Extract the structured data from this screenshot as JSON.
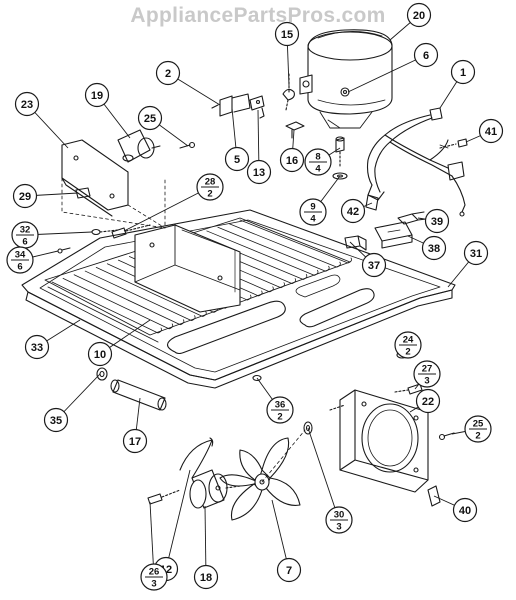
{
  "watermark": "AppliancePartsPros.com",
  "colors": {
    "line": "#1a1a1a",
    "background": "#ffffff",
    "watermark": "#c9c9c9"
  },
  "callouts": [
    {
      "id": "c1",
      "label": "1"
    },
    {
      "id": "c2",
      "label": "2"
    },
    {
      "id": "c5",
      "label": "5"
    },
    {
      "id": "c6",
      "label": "6"
    },
    {
      "id": "c7",
      "label": "7"
    },
    {
      "id": "c8",
      "label": "8",
      "qty": "4"
    },
    {
      "id": "c9",
      "label": "9",
      "qty": "4"
    },
    {
      "id": "c10",
      "label": "10"
    },
    {
      "id": "c12",
      "label": "12"
    },
    {
      "id": "c13",
      "label": "13"
    },
    {
      "id": "c15",
      "label": "15"
    },
    {
      "id": "c16",
      "label": "16"
    },
    {
      "id": "c17",
      "label": "17"
    },
    {
      "id": "c18",
      "label": "18"
    },
    {
      "id": "c19",
      "label": "19"
    },
    {
      "id": "c20",
      "label": "20"
    },
    {
      "id": "c22",
      "label": "22"
    },
    {
      "id": "c23",
      "label": "23"
    },
    {
      "id": "c24",
      "label": "24",
      "qty": "2"
    },
    {
      "id": "c25a",
      "label": "25"
    },
    {
      "id": "c25b",
      "label": "25",
      "qty": "2"
    },
    {
      "id": "c26",
      "label": "26",
      "qty": "3"
    },
    {
      "id": "c27",
      "label": "27",
      "qty": "3"
    },
    {
      "id": "c28",
      "label": "28",
      "qty": "2"
    },
    {
      "id": "c29",
      "label": "29"
    },
    {
      "id": "c30",
      "label": "30",
      "qty": "3"
    },
    {
      "id": "c31",
      "label": "31"
    },
    {
      "id": "c32",
      "label": "32",
      "qty": "6"
    },
    {
      "id": "c33",
      "label": "33"
    },
    {
      "id": "c34",
      "label": "34",
      "qty": "6"
    },
    {
      "id": "c35",
      "label": "35"
    },
    {
      "id": "c36",
      "label": "36",
      "qty": "2"
    },
    {
      "id": "c37",
      "label": "37"
    },
    {
      "id": "c38",
      "label": "38"
    },
    {
      "id": "c39",
      "label": "39"
    },
    {
      "id": "c40",
      "label": "40"
    },
    {
      "id": "c41",
      "label": "41"
    },
    {
      "id": "c42",
      "label": "42"
    }
  ]
}
